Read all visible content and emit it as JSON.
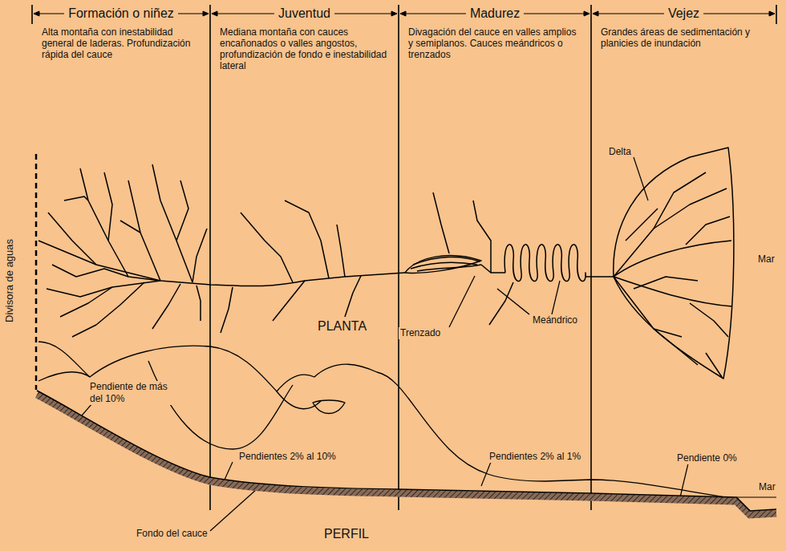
{
  "diagram": {
    "nodes": [
      {
        "text": [
          "Formación o niñez",
          "Alta montaña con inestabilidad general de laderas. Profundización rápida del cauce"
        ]
      },
      {
        "text": [
          "Juventud",
          "Mediana montaña con cauces encañonados o valles angostos, profundización de fondo e inestabilidad lateral"
        ]
      },
      {
        "text": [
          "Madurez",
          "Divagación del cauce en valles amplios y semiplanos. Cauces meándricos o trenzados"
        ]
      },
      {
        "text": [
          "Vejez",
          "Grandes áreas de sedimentación y planicies de inundación"
        ]
      }
    ],
    "labels": [
      "Divisora de aguas",
      "PLANTA",
      "Trenzado",
      "Meándrico",
      "Delta",
      "Mar",
      "Pendiente de más del 10%",
      "Pendientes 2% al 10%",
      "Pendientes 2% al 1%",
      "Pendiente 0%",
      "Mar",
      "Fondo del cauce",
      "PERFIL"
    ]
  }
}
